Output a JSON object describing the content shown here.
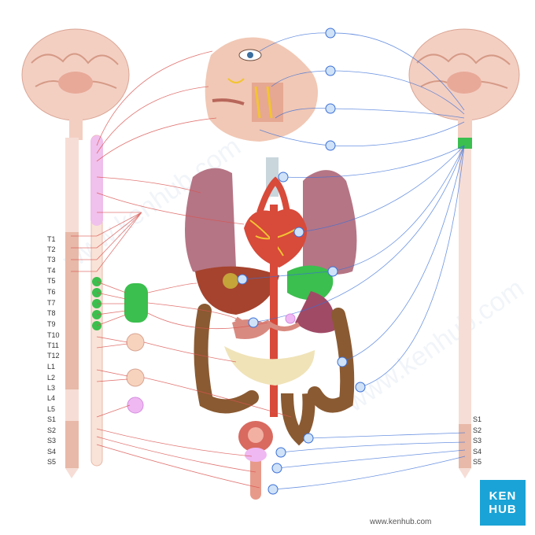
{
  "left_labels": [
    "T1",
    "T2",
    "T3",
    "T4",
    "T5",
    "T6",
    "T7",
    "T8",
    "T9",
    "T10",
    "T11",
    "T12",
    "L1",
    "L2",
    "L3",
    "L4",
    "L5",
    "S1",
    "S2",
    "S3",
    "S4",
    "S5"
  ],
  "right_labels": [
    "S1",
    "S2",
    "S3",
    "S4",
    "S5"
  ],
  "logo": {
    "line1": "KEN",
    "line2": "HUB"
  },
  "credit": "www.kenhub.com",
  "watermark": "www.kenhub.com",
  "colors": {
    "sympathetic": "#d9534f",
    "parasympathetic": "#3a6fd8",
    "spinal_cord": "#f2cfc4",
    "ganglion_pink": "#e8b0ee",
    "ganglion_green": "#3bbf4e",
    "ganglion_peach": "#f7d3bd",
    "logo_bg": "#1aa3d6"
  }
}
